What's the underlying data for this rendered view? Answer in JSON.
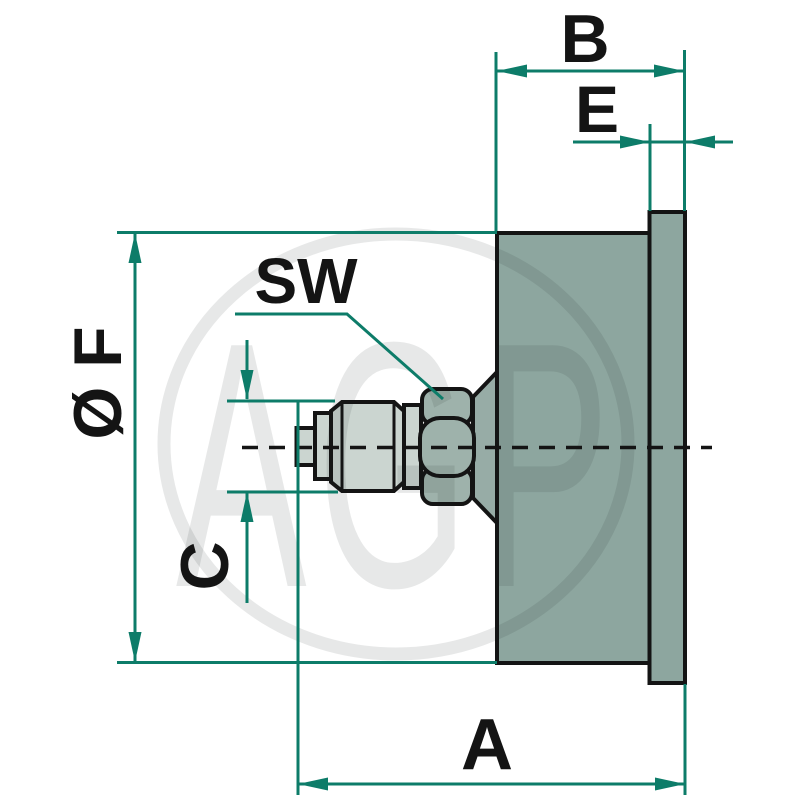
{
  "labels": {
    "a": "A",
    "b": "B",
    "c": "C",
    "e": "E",
    "sw": "SW",
    "diameter_f": "Ø F"
  },
  "watermark": {
    "text": "AGP"
  },
  "colors": {
    "background": "#ffffff",
    "dimension": "#0d7c69",
    "outline": "#141414",
    "body-fill": "#8da69f",
    "fitting-fill": "#cbd5d0",
    "nut-fill": "#9eb2ab",
    "cone-fill": "#97aca6",
    "watermark": "rgba(28,38,36,0.105)"
  }
}
